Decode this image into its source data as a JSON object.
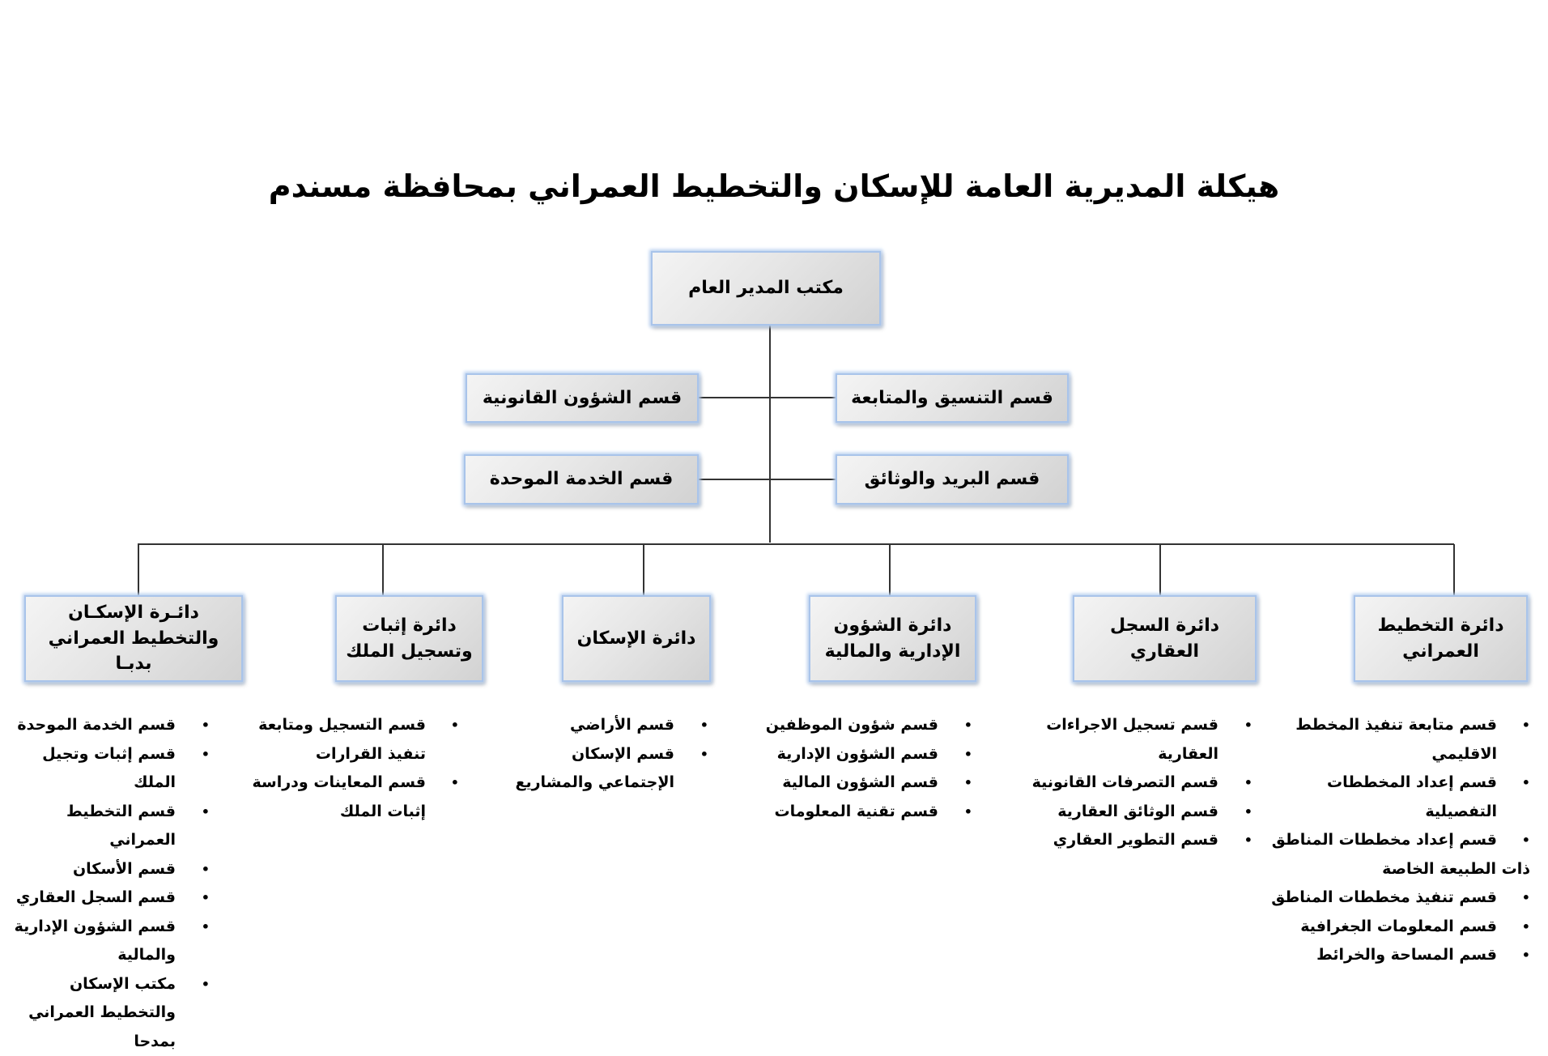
{
  "title": "هيكلة المديرية العامة للإسكان والتخطيط العمراني بمحافظة مسندم",
  "top": {
    "label": "مكتب المدير العام"
  },
  "staff": [
    {
      "label": "قسم الشؤون القانونية"
    },
    {
      "label": "قسم التنسيق والمتابعة"
    },
    {
      "label": "قسم الخدمة الموحدة"
    },
    {
      "label": "قسم البريد والوثائق"
    }
  ],
  "departments": [
    {
      "lines": [
        "دائـرة الإسكـان",
        "والتخطيط العمراني بدبـا"
      ],
      "sections": [
        [
          "قسم الخدمة الموحدة"
        ],
        [
          "قسم إثبات وتجيل الملك"
        ],
        [
          "قسم التخطيط العمراني"
        ],
        [
          "قسم الأسكان"
        ],
        [
          "قسم السجل العقاري"
        ],
        [
          "قسم الشؤون الإدارية",
          "والمالية"
        ],
        [
          "مكتب الإسكان",
          "والتخطيط العمراني بمدحا"
        ]
      ]
    },
    {
      "lines": [
        "دائرة إثبات",
        "وتسجيل الملك"
      ],
      "sections": [
        [
          "قسم التسجيل ومتابعة",
          "تنفيذ القرارات"
        ],
        [
          "قسم المعاينات ودراسة",
          "إثبات الملك"
        ]
      ]
    },
    {
      "lines": [
        "دائرة الإسكان"
      ],
      "sections": [
        [
          "قسم الأراضي"
        ],
        [
          "قسم الإسكان",
          "الإجتماعي والمشاريع"
        ]
      ]
    },
    {
      "lines": [
        "دائرة الشؤون",
        "الإدارية والمالية"
      ],
      "sections": [
        [
          "قسم شؤون الموظفين"
        ],
        [
          "قسم الشؤون الإدارية"
        ],
        [
          "قسم الشؤون المالية"
        ],
        [
          "قسم تقنية المعلومات"
        ]
      ]
    },
    {
      "lines": [
        "دائرة السجل العقاري"
      ],
      "sections": [
        [
          "قسم تسجيل الاجراءات",
          "العقارية"
        ],
        [
          "قسم التصرفات القانونية"
        ],
        [
          "قسم الوثائق العقارية"
        ],
        [
          "قسم التطوير العقاري"
        ]
      ]
    },
    {
      "lines": [
        "دائرة التخطيط",
        "العمراني"
      ],
      "sections": [
        [
          "قسم متابعة تنفيذ المخطط الاقليمي"
        ],
        [
          "قسم إعداد المخططات التفصيلية"
        ],
        [
          "قسم إعداد مخططات المناطق",
          "ذات الطبيعة الخاصة"
        ],
        [
          "قسم تنفيذ مخططات المناطق"
        ],
        [
          "قسم المعلومات الجغرافية"
        ],
        [
          "قسم المساحة والخرائط"
        ]
      ]
    }
  ],
  "colors": {
    "box_border": "#a9c4ea",
    "box_fill": "#e6e6e6",
    "connector": "#333333"
  }
}
